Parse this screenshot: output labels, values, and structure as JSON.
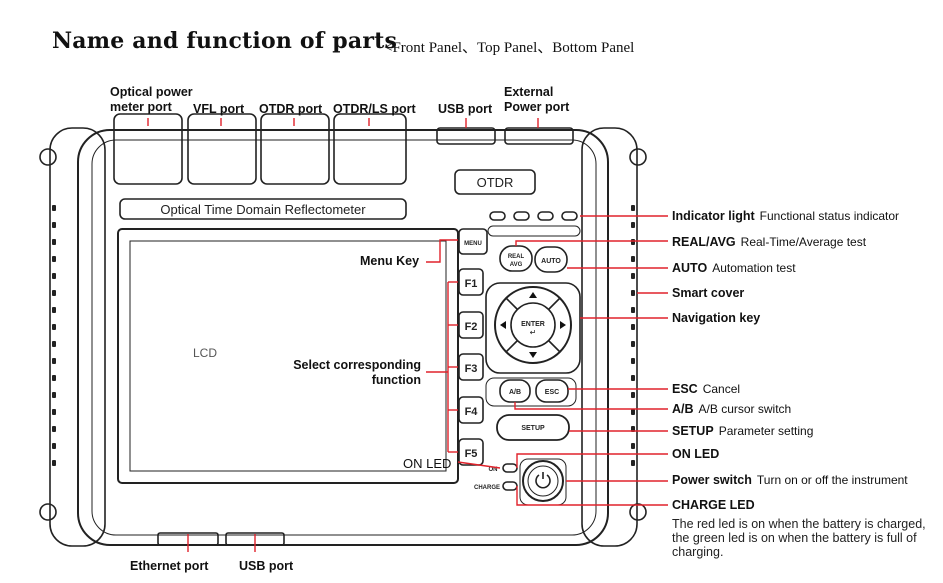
{
  "header": {
    "title": "Name and function of parts",
    "subtitle": "<Front Panel、Top Panel、Bottom Panel"
  },
  "device": {
    "model_badge": "OTDR",
    "band_text": "Optical Time Domain Reflectometer",
    "screen_label": "LCD",
    "keys": {
      "menu": "MENU",
      "real": "REAL",
      "avg": "AVG",
      "auto": "AUTO",
      "f1": "F1",
      "f2": "F2",
      "f3": "F3",
      "f4": "F4",
      "f5": "F5",
      "enter": "ENTER",
      "ab": "A/B",
      "esc": "ESC",
      "setup": "SETUP",
      "on": "ON",
      "charge": "CHARGE"
    }
  },
  "top_labels": {
    "opm_line1": "Optical power",
    "opm_line2": "meter port",
    "vfl": "VFL port",
    "otdr": "OTDR port",
    "otdr_ls": "OTDR/LS port",
    "usb": "USB port",
    "ext_line1": "External",
    "ext_line2": "Power port"
  },
  "bottom_labels": {
    "ethernet": "Ethernet port",
    "usb": "USB port"
  },
  "inner_labels": {
    "menu_key": "Menu Key",
    "select_line1": "Select corresponding",
    "select_line2": "function",
    "on_led": "ON LED"
  },
  "right_labels": [
    {
      "name": "Indicator light",
      "desc": "Functional status indicator"
    },
    {
      "name": "REAL/AVG",
      "desc": "Real-Time/Average test"
    },
    {
      "name": "AUTO",
      "desc": "Automation test"
    },
    {
      "name": "Smart cover",
      "desc": ""
    },
    {
      "name": "Navigation key",
      "desc": ""
    },
    {
      "name": "ESC",
      "desc": "Cancel"
    },
    {
      "name": "A/B",
      "desc": "A/B cursor switch"
    },
    {
      "name": "SETUP",
      "desc": "Parameter setting"
    },
    {
      "name": "ON LED",
      "desc": ""
    },
    {
      "name": "Power switch",
      "desc": "Turn on or off the instrument"
    },
    {
      "name": "CHARGE LED",
      "desc": ""
    }
  ],
  "charge_note": "The red led is on when the battery is charged, the green led is on when the battery is full of charging.",
  "colors": {
    "accent": "#e0222b",
    "outline": "#222222"
  }
}
